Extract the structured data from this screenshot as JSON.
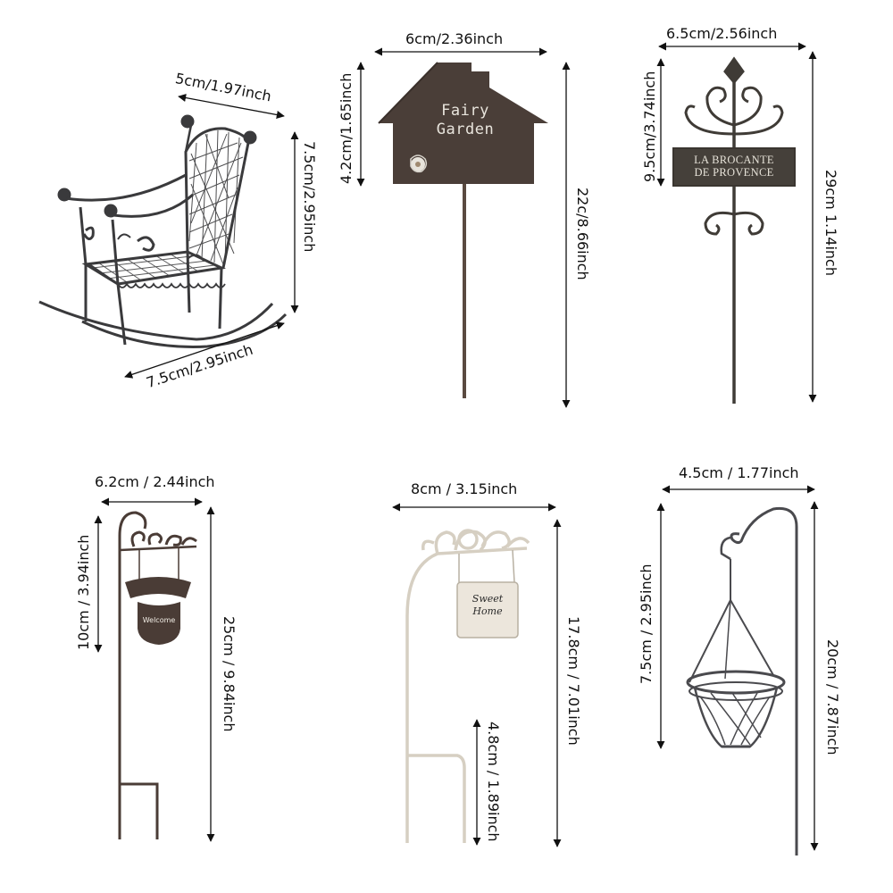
{
  "items": {
    "rocking_chair": {
      "top_width": "5cm/1.97inch",
      "height": "7.5cm/2.95inch",
      "bottom_width": "7.5cm/2.95inch",
      "color": "#3a3a3c"
    },
    "house_sign": {
      "width": "6cm/2.36inch",
      "sign_height": "4.2cm/1.65inch",
      "total_height": "22c/8.66inch",
      "line1": "Fairy",
      "line2": "Garden",
      "color": "#4a3e38"
    },
    "provence_stake": {
      "width": "6.5cm/2.56inch",
      "top_height": "9.5cm/3.74inch",
      "total_height": "29cm 1.14inch",
      "line1": "LA BROCANTE",
      "line2": "DE PROVENCE",
      "color": "#3f3b36"
    },
    "welcome_stake": {
      "width": "6.2cm / 2.44inch",
      "sign_height": "10cm / 3.94inch",
      "total_height": "25cm / 9.84inch",
      "sign_text": "Welcome",
      "color": "#4a3c36"
    },
    "sweet_home_stake": {
      "width": "8cm / 3.15inch",
      "total_height": "17.8cm / 7.01inch",
      "foot_height": "4.8cm / 1.89inch",
      "line1": "Sweet",
      "line2": "Home",
      "color": "#ece6dc"
    },
    "basket_stake": {
      "width": "4.5cm / 1.77inch",
      "basket_height": "7.5cm / 2.95inch",
      "total_height": "20cm / 7.87inch",
      "color": "#4a4a4e"
    }
  }
}
